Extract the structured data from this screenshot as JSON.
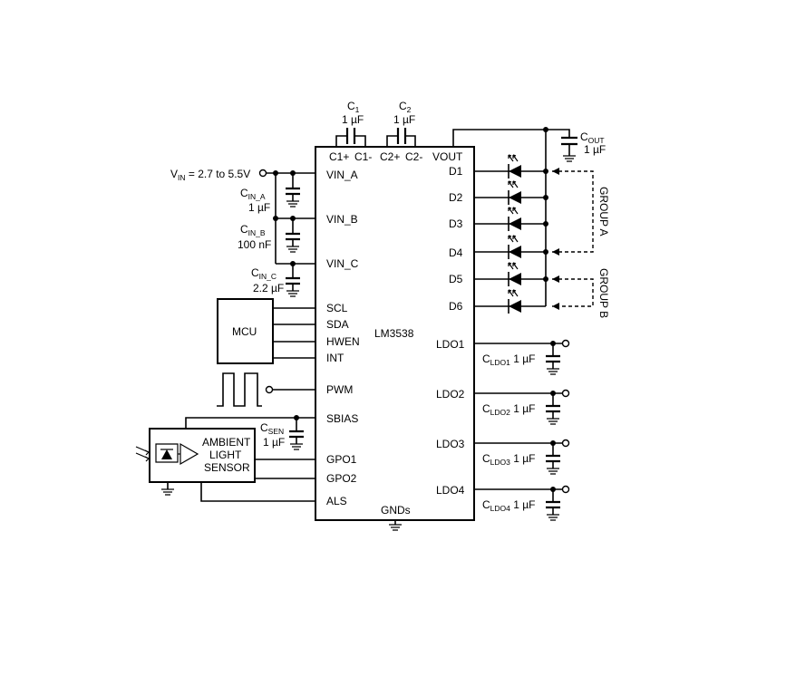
{
  "chip": {
    "name": "LM3538",
    "left_pins": [
      "VIN_A",
      "VIN_B",
      "VIN_C",
      "SCL",
      "SDA",
      "HWEN",
      "INT",
      "PWM",
      "SBIAS",
      "GPO1",
      "GPO2",
      "ALS"
    ],
    "top_pins": [
      "C1+",
      "C1-",
      "C2+",
      "C2-",
      "VOUT"
    ],
    "right_pins": [
      "D1",
      "D2",
      "D3",
      "D4",
      "D5",
      "D6",
      "LDO1",
      "LDO2",
      "LDO3",
      "LDO4"
    ],
    "bottom_pin": "GNDs"
  },
  "vin": {
    "label": "V",
    "sub": "IN",
    "range": " = 2.7 to 5.5V"
  },
  "capacitors": {
    "c1": {
      "name": "C",
      "sub": "1",
      "value": "1 µF"
    },
    "c2": {
      "name": "C",
      "sub": "2",
      "value": "1 µF"
    },
    "cout": {
      "name": "C",
      "sub": "OUT",
      "value": "1 µF"
    },
    "cin_a": {
      "name": "C",
      "sub": "IN_A",
      "value": "1 µF"
    },
    "cin_b": {
      "name": "C",
      "sub": "IN_B",
      "value": "100 nF"
    },
    "cin_c": {
      "name": "C",
      "sub": "IN_C",
      "value": "2.2 µF"
    },
    "csen": {
      "name": "C",
      "sub": "SEN",
      "value": "1 µF"
    },
    "cldo1": {
      "name": "C",
      "sub": "LDO1",
      "value": " 1 µF"
    },
    "cldo2": {
      "name": "C",
      "sub": "LDO2",
      "value": " 1 µF"
    },
    "cldo3": {
      "name": "C",
      "sub": "LDO3",
      "value": " 1 µF"
    },
    "cldo4": {
      "name": "C",
      "sub": "LDO4",
      "value": " 1 µF"
    }
  },
  "blocks": {
    "mcu": "MCU",
    "sensor_lines": [
      "AMBIENT",
      "LIGHT",
      "SENSOR"
    ]
  },
  "groups": {
    "a": "GROUP A",
    "b": "GROUP B"
  }
}
